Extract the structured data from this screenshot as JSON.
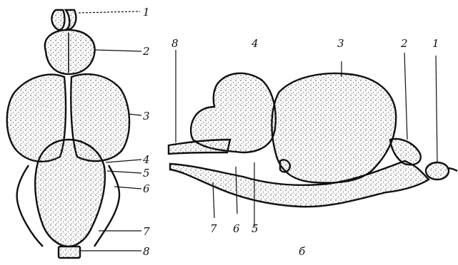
{
  "dorsal_view": {
    "labels": [
      "1",
      "2",
      "3",
      "4",
      "5",
      "6",
      "7",
      "8"
    ]
  },
  "lateral_view": {
    "top_labels": [
      "8",
      "4",
      "3",
      "2",
      "1"
    ],
    "bottom_labels": [
      "7",
      "6",
      "5"
    ],
    "caption": "б"
  },
  "colors": {
    "ink": "#111111",
    "paper": "#ffffff"
  }
}
